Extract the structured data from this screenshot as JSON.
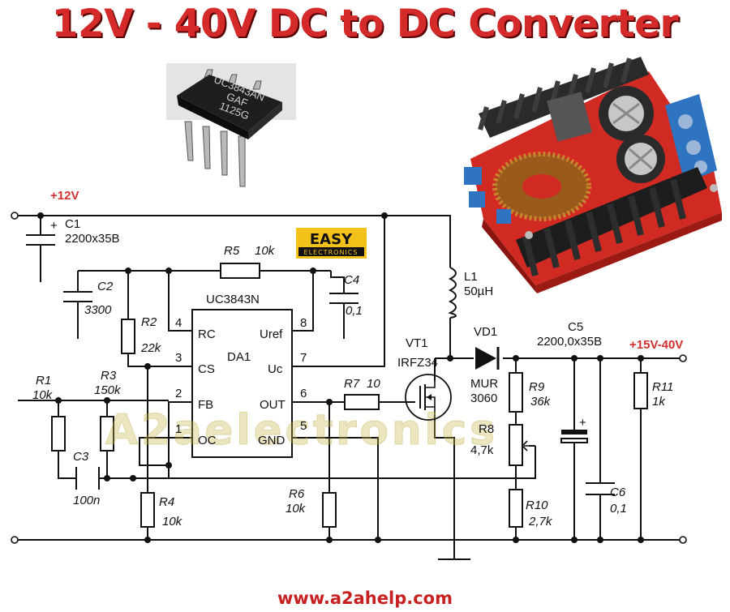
{
  "title": "12V - 40V DC to DC Converter",
  "footer_url": "www.a2ahelp.com",
  "watermark": "A2aelectronics",
  "logo": {
    "line1": "EASY",
    "line2": "ELECTRONICS"
  },
  "ic_chip_marking": [
    "UC3843AN",
    "GAF",
    "1125G"
  ],
  "inputs": {
    "vin": "+12V",
    "vout": "+15V-40V"
  },
  "ic": {
    "name": "UC3843N",
    "designator": "DA1",
    "pins": {
      "rc": {
        "num": "4",
        "name": "RC"
      },
      "cs": {
        "num": "3",
        "name": "CS"
      },
      "fb": {
        "num": "2",
        "name": "FB"
      },
      "oc": {
        "num": "1",
        "name": "OC"
      },
      "uref": {
        "num": "8",
        "name": "Uref"
      },
      "uc": {
        "num": "7",
        "name": "Uc"
      },
      "out": {
        "num": "6",
        "name": "OUT"
      },
      "gnd": {
        "num": "5",
        "name": "GND"
      }
    }
  },
  "components": {
    "c1": {
      "ref": "C1",
      "val": "2200x35B",
      "plus": "+"
    },
    "c2": {
      "ref": "C2",
      "val": "3300"
    },
    "r5": {
      "ref": "R5",
      "val": "10k"
    },
    "c4": {
      "ref": "C4",
      "val": "0,1"
    },
    "r2": {
      "ref": "R2",
      "val": "22k"
    },
    "r1": {
      "ref": "R1",
      "val": "10k"
    },
    "r3": {
      "ref": "R3",
      "val": "150k"
    },
    "c3": {
      "ref": "C3",
      "val": "100n"
    },
    "r4": {
      "ref": "R4",
      "val": "10k"
    },
    "r6": {
      "ref": "R6",
      "val": "10k"
    },
    "r7": {
      "ref": "R7",
      "val": "10"
    },
    "l1": {
      "ref": "L1",
      "val": "50µH"
    },
    "vt1": {
      "ref": "VT1",
      "val": "IRFZ34"
    },
    "vd1": {
      "ref": "VD1",
      "val1": "MUR",
      "val2": "3060"
    },
    "c5": {
      "ref": "C5",
      "val": "2200,0x35B",
      "plus": "+"
    },
    "r9": {
      "ref": "R9",
      "val": "36k"
    },
    "r8": {
      "ref": "R8",
      "val": "4,7k"
    },
    "r10": {
      "ref": "R10",
      "val": "2,7k"
    },
    "c6": {
      "ref": "C6",
      "val": "0,1"
    },
    "r11": {
      "ref": "R11",
      "val": "1k"
    }
  },
  "colors": {
    "title": "#d42a2a",
    "label_red": "#d03030",
    "board": "#d12a22",
    "heatsink": "#1d1d1d"
  }
}
